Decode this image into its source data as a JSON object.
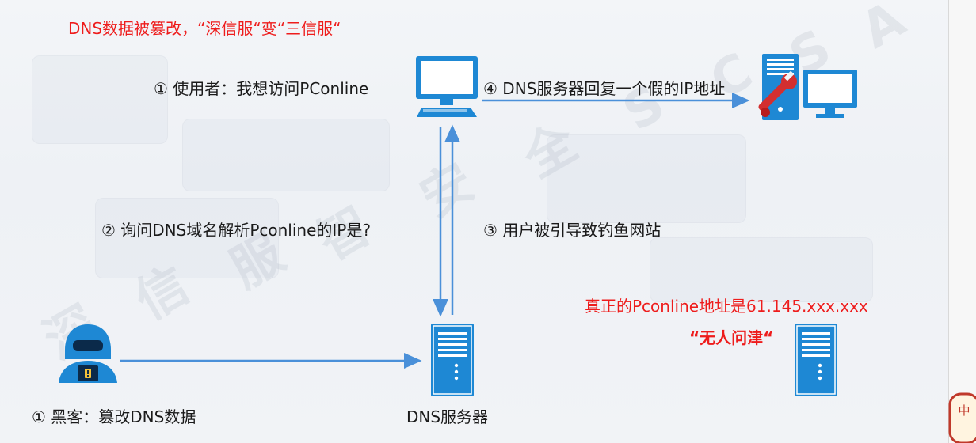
{
  "title": "DNS数据被篡改，“深信服“变“三信服“",
  "steps": {
    "user": "① 使用者：我想访问PConline",
    "query": "② 询问DNS域名解析Pconline的IP是?",
    "redirect": "③ 用户被引导致钓鱼网站",
    "fake_reply": "④ DNS服务器回复一个假的IP地址",
    "hacker": "① 黑客：篡改DNS数据"
  },
  "labels": {
    "dns_server": "DNS服务器",
    "real_address": "真正的Pconline地址是61.145.xxx.xxx",
    "ignored": "“无人问津“"
  },
  "watermark": [
    "深",
    "信",
    "服",
    "智",
    "安",
    "全",
    "S",
    "C",
    "S",
    "A"
  ],
  "colors": {
    "red": "#ee1c1c",
    "blue": "#1e88d4",
    "arrow": "#4a90d9"
  },
  "icons": [
    "computer-icon",
    "server-icon",
    "hacked-server-icon",
    "wrench-icon",
    "hacker-icon",
    "monitor-icon"
  ]
}
